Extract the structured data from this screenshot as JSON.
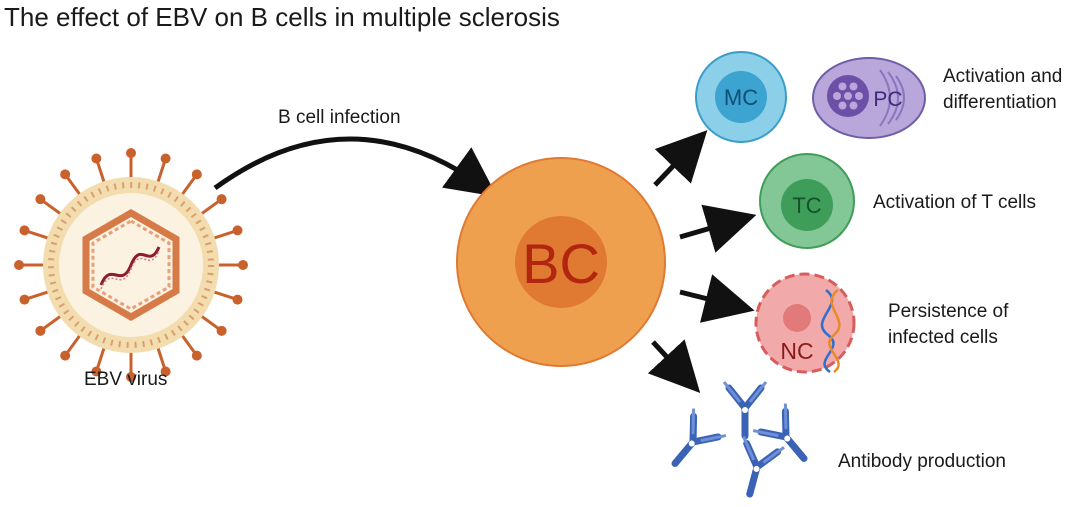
{
  "title": "The effect of EBV on B cells in multiple sclerosis",
  "labels": {
    "infection": "B cell infection",
    "virus": "EBV virus",
    "bcell": "BC",
    "memory": "MC",
    "plasma": "PC",
    "tcell": "TC",
    "nc": "NC"
  },
  "outcomes": {
    "activation_line1": "Activation and",
    "activation_line2": "differentiation",
    "tcells": "Activation of T cells",
    "persistence_line1": "Persistence of",
    "persistence_line2": "infected cells",
    "antibody": "Antibody production"
  },
  "colors": {
    "bcell_outer": "#eea04f",
    "bcell_inner": "#e07a33",
    "memory": "#8ccfe8",
    "plasma": "#b9a6db",
    "tcell": "#84c796",
    "infected": "#f2a9a9",
    "virus_spike": "#c9612d",
    "antibody": "#3a62b5"
  }
}
